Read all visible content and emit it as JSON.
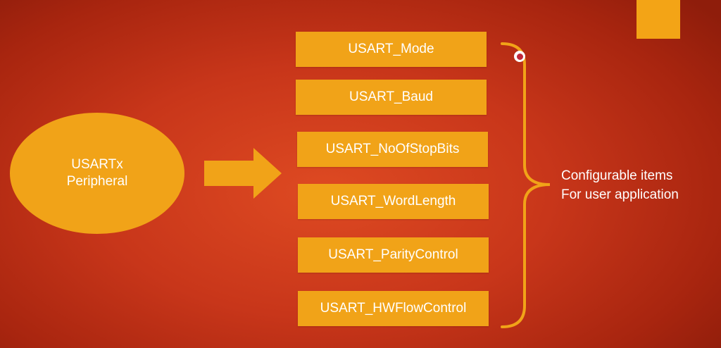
{
  "diagram": {
    "source": {
      "line1": "USARTx",
      "line2": "Peripheral"
    },
    "items": [
      "USART_Mode",
      "USART_Baud",
      "USART_NoOfStopBits",
      "USART_WordLength",
      "USART_ParityControl",
      "USART_HWFlowControl"
    ],
    "caption": {
      "line1": "Configurable items",
      "line2": "For user application"
    }
  },
  "colors": {
    "background": "#c8361a",
    "shape_fill": "#f1a318",
    "text": "#ffffff",
    "pointer_marker": "#c0283a"
  }
}
